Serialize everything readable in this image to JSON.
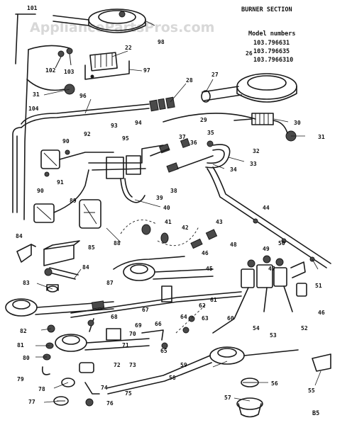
{
  "watermark": "AppliancePartsPros.com",
  "header": {
    "title": "BURNER SECTION",
    "models_label": "Model numbers",
    "models": [
      "103.796631",
      "103.796635",
      "103.7966310"
    ]
  },
  "page_code": "B5",
  "callouts": {
    "c101": "101",
    "c98": "98",
    "c22": "22",
    "c102": "102",
    "c103": "103",
    "c97": "97",
    "c31a": "31",
    "c96": "96",
    "c104": "104",
    "c26": "26",
    "c27": "27",
    "c28": "28",
    "c29": "29",
    "c30": "30",
    "c31b": "31",
    "c32": "32",
    "c33": "33",
    "c34": "34",
    "c35": "35",
    "c36": "36",
    "c37": "37",
    "c38": "38",
    "c39": "39",
    "c40": "40",
    "c92": "92",
    "c93": "93",
    "c94": "94",
    "c95": "95",
    "c90a": "90",
    "c91": "91",
    "c89": "89",
    "c90b": "90",
    "c88": "88",
    "c41": "41",
    "c42": "42",
    "c43": "43",
    "c44": "44",
    "c84a": "84",
    "c85": "85",
    "c84b": "84",
    "c83": "83",
    "c87": "87",
    "c68": "68",
    "c67": "67",
    "c45": "45",
    "c46a": "46",
    "c48": "48",
    "c49": "49",
    "c50": "50",
    "c47": "47",
    "c51": "51",
    "c46b": "46",
    "c61": "61",
    "c62": "62",
    "c63": "63",
    "c64": "64",
    "c60": "60",
    "c54": "54",
    "c53": "53",
    "c52": "52",
    "c82": "82",
    "c81": "81",
    "c80": "80",
    "c79": "79",
    "c69": "69",
    "c70": "70",
    "c71": "71",
    "c66": "66",
    "c65": "65",
    "c72": "72",
    "c73": "73",
    "c58": "58",
    "c59": "59",
    "c78": "78",
    "c74": "74",
    "c75": "75",
    "c76": "76",
    "c77": "77",
    "c56": "56",
    "c57": "57",
    "c55": "55"
  }
}
